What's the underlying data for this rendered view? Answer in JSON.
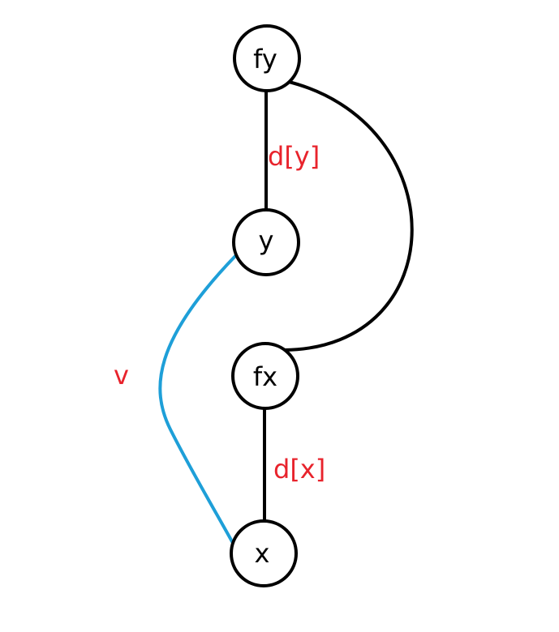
{
  "diagram": {
    "nodes": {
      "fy": "fy",
      "y": "y",
      "fx": "fx",
      "x": "x"
    },
    "edge_labels": {
      "y_to_fy": "d[y]",
      "x_to_fx": "d[x]",
      "x_to_y": "v"
    },
    "colors": {
      "node_stroke": "#000000",
      "tree_edge": "#000000",
      "new_edge": "#1E9FD8",
      "label": "#E8232C"
    }
  }
}
